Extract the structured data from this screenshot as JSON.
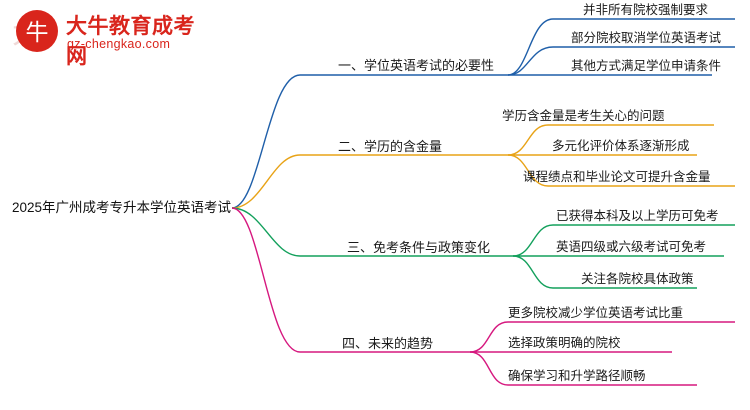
{
  "logo": {
    "brand_cn": "大牛教育成考网",
    "brand_url": "gz-chengkao.com",
    "mark_char": "牛",
    "watermark_char": "大",
    "color": "#d9251c"
  },
  "mindmap": {
    "root": {
      "label": "2025年广州成考专升本学位英语考试"
    },
    "branches": [
      {
        "label": "一、学位英语考试的必要性",
        "color": "#1f5fa9",
        "children": [
          {
            "label": "并非所有院校强制要求"
          },
          {
            "label": "部分院校取消学位英语考试"
          },
          {
            "label": "其他方式满足学位申请条件"
          }
        ]
      },
      {
        "label": "二、学历的含金量",
        "color": "#e8a317",
        "children": [
          {
            "label": "学历含金量是考生关心的问题"
          },
          {
            "label": "多元化评价体系逐渐形成"
          },
          {
            "label": "课程绩点和毕业论文可提升含金量"
          }
        ]
      },
      {
        "label": "三、免考条件与政策变化",
        "color": "#13a05c",
        "children": [
          {
            "label": "已获得本科及以上学历可免考"
          },
          {
            "label": "英语四级或六级考试可免考"
          },
          {
            "label": "关注各院校具体政策"
          }
        ]
      },
      {
        "label": "四、未来的趋势",
        "color": "#d6187f",
        "children": [
          {
            "label": "更多院校减少学位英语考试比重"
          },
          {
            "label": "选择政策明确的院校"
          },
          {
            "label": "确保学习和升学路径顺畅"
          }
        ]
      }
    ]
  }
}
